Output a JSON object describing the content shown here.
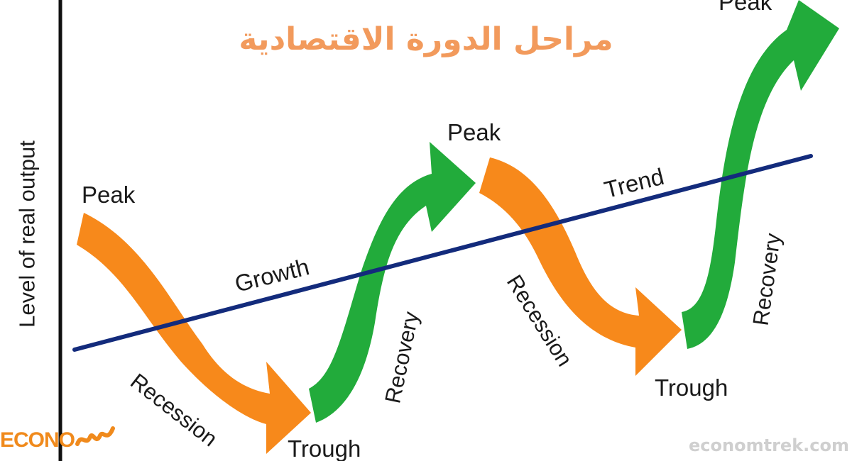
{
  "title": "مراحل الدورة الاقتصادية",
  "y_axis_label": "Level of real output",
  "labels": {
    "peak_1": "Peak",
    "peak_2": "Peak",
    "peak_3": "Peak",
    "trough_1": "Trough",
    "trough_2": "Trough",
    "recession_1": "Recession",
    "recession_2": "Recession",
    "recovery_1": "Recovery",
    "recovery_2": "Recovery",
    "growth": "Growth",
    "trend": "Trend"
  },
  "logo": {
    "text": "ECONO"
  },
  "watermark": "economtrek.com",
  "colors": {
    "title": "#f29a5c",
    "recession_arrow": "#f7891b",
    "recovery_arrow": "#22ab3b",
    "trend_line": "#132b7c",
    "axis": "#111111",
    "logo": "#f08a1c"
  }
}
